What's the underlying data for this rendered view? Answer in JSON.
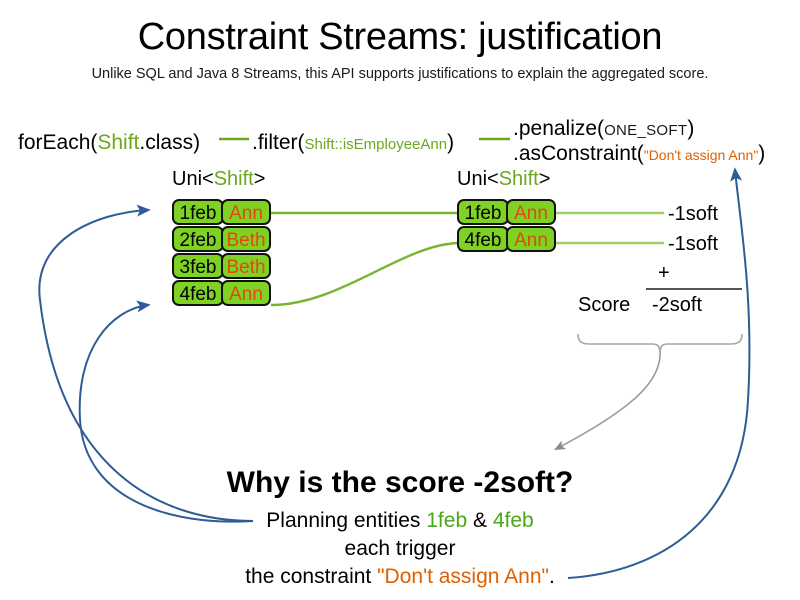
{
  "slide": {
    "title": "Constraint Streams: justification",
    "subtitle": "Unlike SQL and Java 8 Streams, this API supports justifications to explain the aggregated score."
  },
  "colors": {
    "type_green": "#6aa81e",
    "box_green": "#7fd124",
    "string_orange": "#e06000",
    "name_orange": "#e04a10",
    "arrow_blue": "#2f5c94",
    "brace_gray": "#999999"
  },
  "pipeline": {
    "for_each": {
      "call": "forEach(",
      "type": "Shift",
      "tail": ".class)"
    },
    "filter": {
      "call": ".filter(",
      "arg": "Shift::isEmployeeAnn",
      "tail": ")"
    },
    "penalize": {
      "call": ".penalize(",
      "arg": "ONE_SOFT",
      "tail": ")"
    },
    "as_constraint": {
      "call": ".asConstraint(",
      "arg": "\"Don't assign Ann\"",
      "tail": ")"
    }
  },
  "streams": {
    "left": {
      "label_prefix": "Uni<",
      "label_type": "Shift",
      "label_suffix": ">",
      "rows": [
        {
          "date": "1feb",
          "name": "Ann"
        },
        {
          "date": "2feb",
          "name": "Beth"
        },
        {
          "date": "3feb",
          "name": "Beth"
        },
        {
          "date": "4feb",
          "name": "Ann"
        }
      ]
    },
    "right": {
      "label_prefix": "Uni<",
      "label_type": "Shift",
      "label_suffix": ">",
      "rows": [
        {
          "date": "1feb",
          "name": "Ann"
        },
        {
          "date": "4feb",
          "name": "Ann"
        }
      ]
    }
  },
  "score": {
    "impacts": [
      "-1soft",
      "-1soft"
    ],
    "operator": "+",
    "label": "Score",
    "total": "-2soft"
  },
  "explanation": {
    "question": "Why is the score -2soft?",
    "line1_prefix": "Planning entities ",
    "line1_date_a": "1feb",
    "line1_amp": " & ",
    "line1_date_b": "4feb",
    "line2": "each trigger",
    "line3_prefix": "the constraint ",
    "line3_constraint": "\"Don't assign Ann\"",
    "line3_suffix": "."
  }
}
